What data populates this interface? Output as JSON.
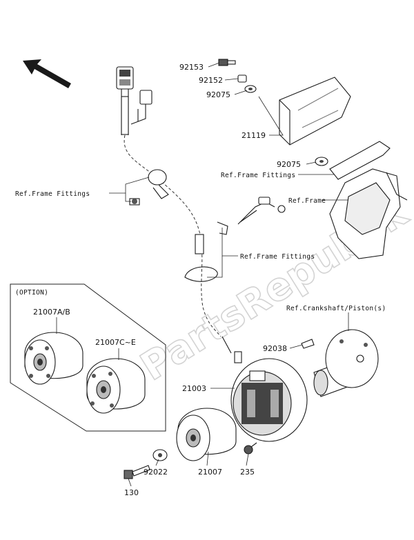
{
  "watermark": "PartsRepublik",
  "option_box_label": "(OPTION)",
  "parts": {
    "p92153": "92153",
    "p92152": "92152",
    "p92075_top": "92075",
    "p21119": "21119",
    "p92075_bottom": "92075",
    "p21007ab": "21007A/B",
    "p21007ce": "21007C~E",
    "p92038": "92038",
    "p21003": "21003",
    "p92022": "92022",
    "p21007": "21007",
    "p235": "235",
    "p130": "130"
  },
  "refs": {
    "frame_fittings_left": "Ref.Frame Fittings",
    "frame_fittings_right": "Ref.Frame Fittings",
    "frame": "Ref.Frame",
    "frame_fittings_mid": "Ref.Frame Fittings",
    "crankshaft": "Ref.Crankshaft/Piston(s)"
  }
}
